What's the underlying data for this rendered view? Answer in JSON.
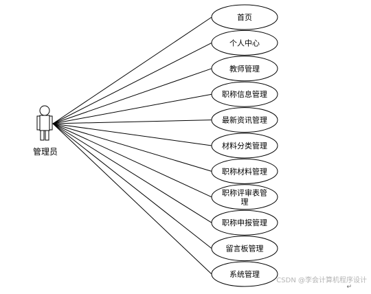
{
  "actor": {
    "name": "管理员"
  },
  "use_cases": [
    {
      "id": "uc-home",
      "lines": [
        "首页"
      ]
    },
    {
      "id": "uc-personal-center",
      "lines": [
        "个人中心"
      ]
    },
    {
      "id": "uc-teacher-mgmt",
      "lines": [
        "教师管理"
      ]
    },
    {
      "id": "uc-title-info-mgmt",
      "lines": [
        "职称信息管理"
      ]
    },
    {
      "id": "uc-news-mgmt",
      "lines": [
        "最新资讯管理"
      ]
    },
    {
      "id": "uc-material-category-mgmt",
      "lines": [
        "材料分类管理"
      ]
    },
    {
      "id": "uc-title-material-mgmt",
      "lines": [
        "职称材料管理"
      ]
    },
    {
      "id": "uc-title-review-form-mgmt",
      "lines": [
        "职称评审表管",
        "理"
      ]
    },
    {
      "id": "uc-title-application-mgmt",
      "lines": [
        "职称申报管理"
      ]
    },
    {
      "id": "uc-message-board-mgmt",
      "lines": [
        "留言板管理"
      ]
    },
    {
      "id": "uc-system-mgmt",
      "lines": [
        "系统管理"
      ]
    }
  ],
  "watermark": "CSDN @李会计算机程序设计",
  "return_mark": "↵"
}
